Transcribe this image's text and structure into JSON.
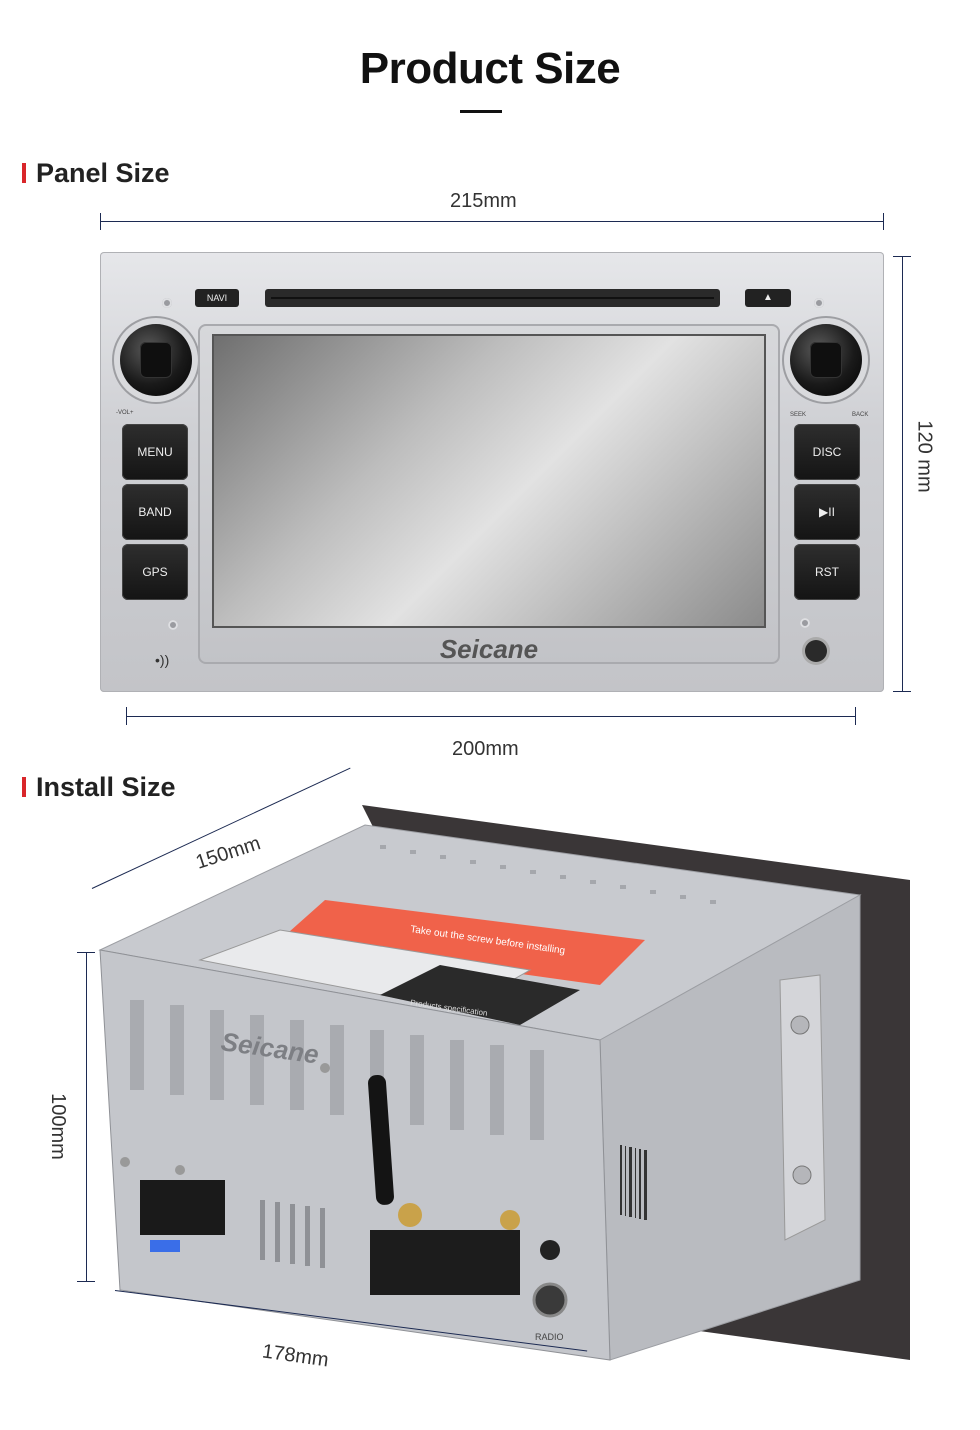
{
  "page": {
    "title": "Product Size"
  },
  "panel_section": {
    "heading": "Panel Size",
    "width_top": "215mm",
    "width_bottom": "200mm",
    "height": "120 mm"
  },
  "install_section": {
    "heading": "Install Size",
    "depth": "150mm",
    "height": "100mm",
    "width": "178mm"
  },
  "device": {
    "brand": "Seicane",
    "navi_label": "NAVI",
    "eject_label": "▲",
    "left_buttons": [
      "MENU",
      "BAND",
      "GPS"
    ],
    "right_buttons": [
      "DISC",
      "▶II",
      "RST"
    ],
    "vol_label": "-VOL+",
    "seek_label": "SEEK",
    "back_label": "BACK",
    "sticker_text": "Take out the screw before installing",
    "spec_label": "Products specification",
    "radio_label": "RADIO"
  },
  "colors": {
    "accent": "#d9262a",
    "dimension_line": "#1c2a52",
    "sticker": "#f0624a"
  }
}
